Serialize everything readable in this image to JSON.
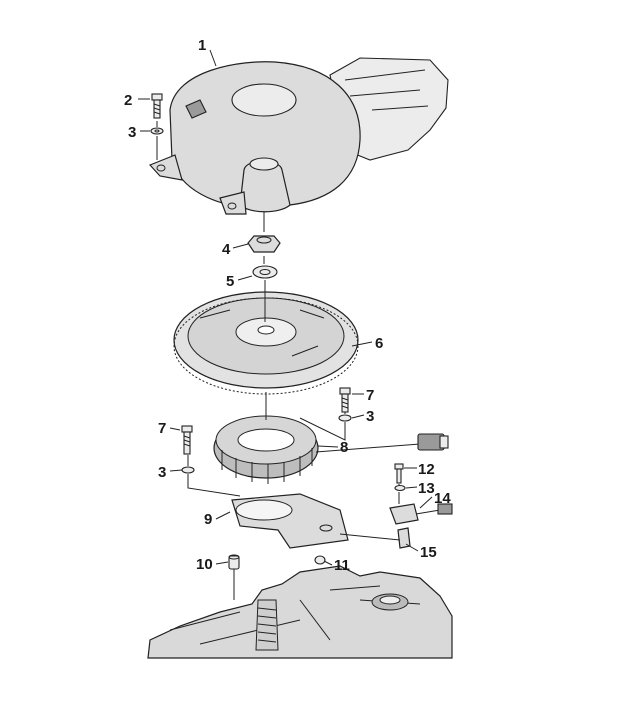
{
  "diagram": {
    "type": "exploded-parts-view",
    "callouts": [
      {
        "id": "c1",
        "label": "1"
      },
      {
        "id": "c2",
        "label": "2"
      },
      {
        "id": "c3a",
        "label": "3"
      },
      {
        "id": "c4",
        "label": "4"
      },
      {
        "id": "c5",
        "label": "5"
      },
      {
        "id": "c6",
        "label": "6"
      },
      {
        "id": "c7a",
        "label": "7"
      },
      {
        "id": "c3b",
        "label": "3"
      },
      {
        "id": "c7b",
        "label": "7"
      },
      {
        "id": "c8",
        "label": "8"
      },
      {
        "id": "c3c",
        "label": "3"
      },
      {
        "id": "c12",
        "label": "12"
      },
      {
        "id": "c13",
        "label": "13"
      },
      {
        "id": "c14",
        "label": "14"
      },
      {
        "id": "c9",
        "label": "9"
      },
      {
        "id": "c15",
        "label": "15"
      },
      {
        "id": "c10",
        "label": "10"
      },
      {
        "id": "c11",
        "label": "11"
      }
    ]
  }
}
